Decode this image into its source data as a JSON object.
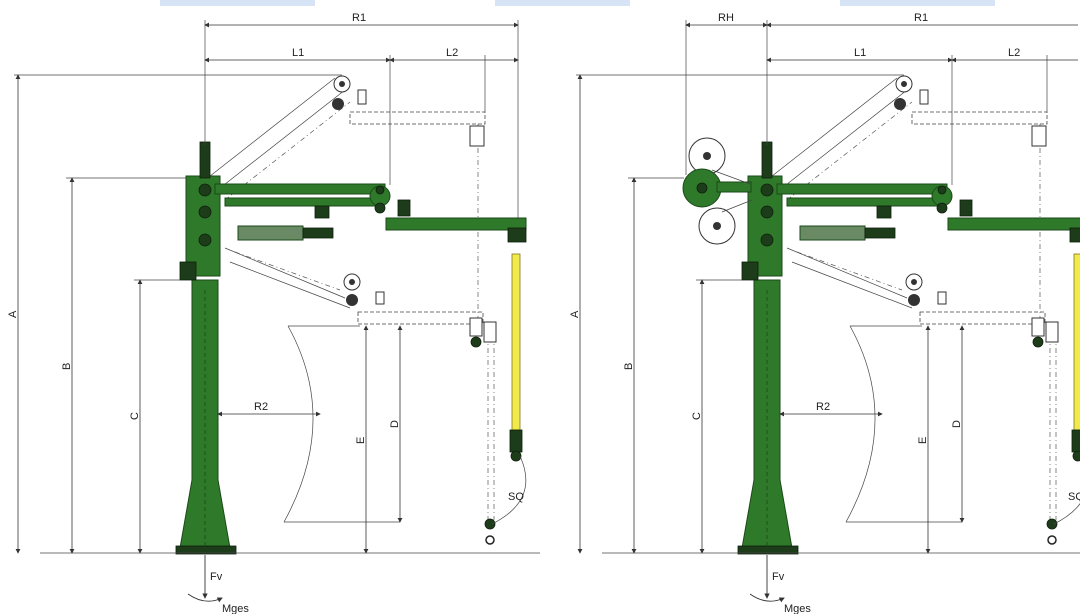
{
  "diagrams": [
    {
      "labels": {
        "r1": "R1",
        "l1": "L1",
        "l2": "L2",
        "a": "A",
        "b": "B",
        "c": "C",
        "d": "D",
        "e": "E",
        "r2": "R2",
        "sq": "SQ",
        "fv": "Fv",
        "mges": "Mges"
      }
    },
    {
      "labels": {
        "rh": "RH",
        "r1": "R1",
        "l1": "L1",
        "l2": "L2",
        "a": "A",
        "b": "B",
        "c": "C",
        "d": "D",
        "e": "E",
        "r2": "R2",
        "sq": "SQ",
        "fv": "Fv",
        "mges": "Mges"
      }
    }
  ],
  "colors": {
    "machine": "#2f7a2a",
    "machine_dark": "#1d3d1a",
    "cable": "#f2ea4a",
    "tabs": "#d6e4f5"
  }
}
